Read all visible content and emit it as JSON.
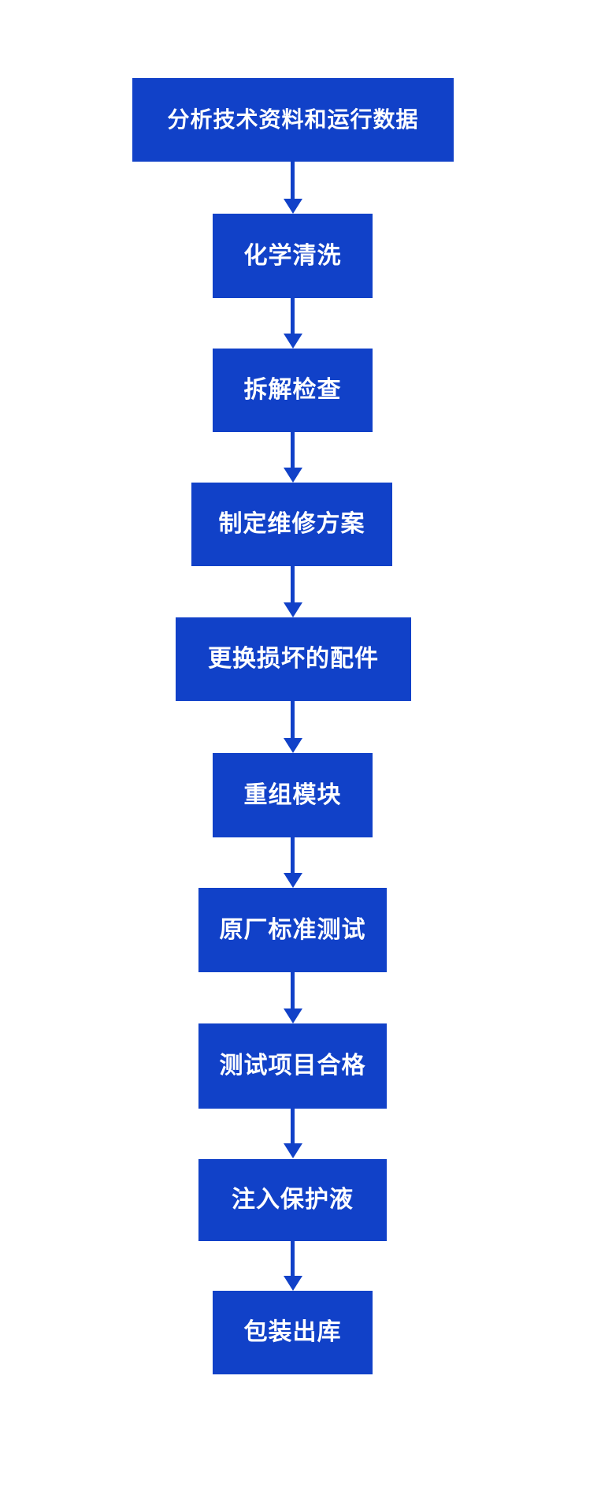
{
  "flowchart": {
    "type": "vertical-process-flow",
    "steps": [
      {
        "label": "分析技术资料和运行数据"
      },
      {
        "label": "化学清洗"
      },
      {
        "label": "拆解检查"
      },
      {
        "label": "制定维修方案"
      },
      {
        "label": "更换损坏的配件"
      },
      {
        "label": "重组模块"
      },
      {
        "label": "原厂标准测试"
      },
      {
        "label": "测试项目合格"
      },
      {
        "label": "注入保护液"
      },
      {
        "label": "包装出库"
      }
    ],
    "colors": {
      "box": "#1141C8",
      "arrow": "#1141C8",
      "text": "#FFFFFF",
      "background": "#FFFFFF"
    }
  }
}
